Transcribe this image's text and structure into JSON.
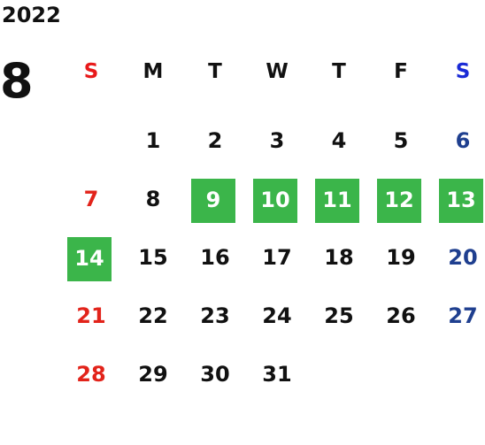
{
  "calendar": {
    "year": "2022",
    "month": "8",
    "weekdays": [
      "S",
      "M",
      "T",
      "W",
      "T",
      "F",
      "S"
    ],
    "weeks": [
      [
        "",
        "1",
        "2",
        "3",
        "4",
        "5",
        "6"
      ],
      [
        "7",
        "8",
        "9",
        "10",
        "11",
        "12",
        "13"
      ],
      [
        "14",
        "15",
        "16",
        "17",
        "18",
        "19",
        "20"
      ],
      [
        "21",
        "22",
        "23",
        "24",
        "25",
        "26",
        "27"
      ],
      [
        "28",
        "29",
        "30",
        "31",
        "",
        "",
        ""
      ]
    ],
    "highlighted_days": [
      "9",
      "10",
      "11",
      "12",
      "13",
      "14"
    ],
    "colors": {
      "sunday": "#e2231a",
      "saturday": "#1f3f8f",
      "highlight": "#3bb54a",
      "text": "#111111"
    }
  }
}
